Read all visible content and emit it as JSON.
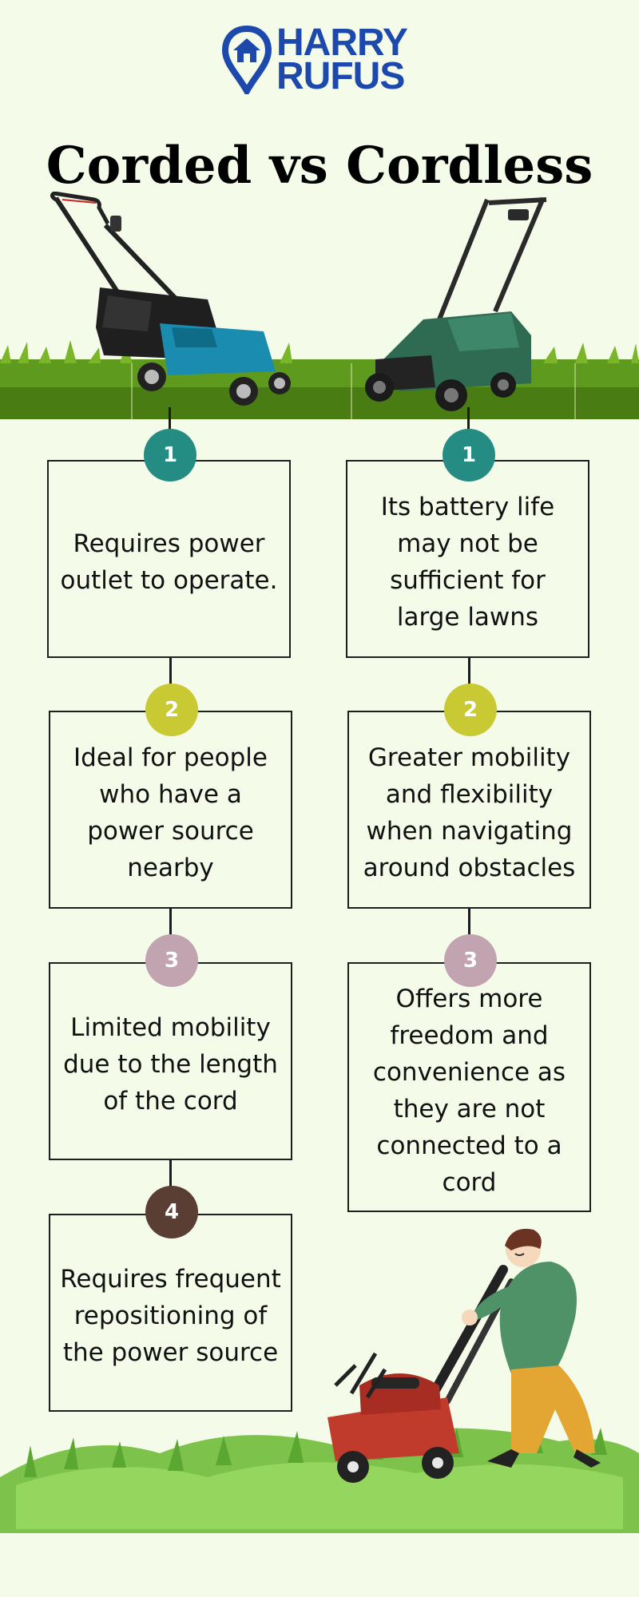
{
  "logo": {
    "line1": "HARRY",
    "line2": "RUFUS",
    "color": "#1d49ad"
  },
  "title": "Corded vs Cordless",
  "colors": {
    "background": "#f5fbe9",
    "step1": "#258c84",
    "step2": "#c9c933",
    "step3": "#c2a4b1",
    "step4": "#5a3e33"
  },
  "corded": {
    "items": [
      {
        "step": "1",
        "text": "Requires power outlet to operate."
      },
      {
        "step": "2",
        "text": "Ideal for people who have a power source nearby"
      },
      {
        "step": "3",
        "text": "Limited mobility due to the length of the cord"
      },
      {
        "step": "4",
        "text": "Requires frequent repositioning of the power source"
      }
    ]
  },
  "cordless": {
    "items": [
      {
        "step": "1",
        "text": "Its battery life may not be sufficient for large lawns"
      },
      {
        "step": "2",
        "text": "Greater mobility and flexibility when navigating around obstacles"
      },
      {
        "step": "3",
        "text": "Offers more freedom and convenience as they are not connected to a cord"
      }
    ]
  },
  "illustrations": {
    "hero": "corded-and-cordless-lawn-mowers-on-grass",
    "scene": "man-pushing-red-lawn-mower-on-grass"
  }
}
